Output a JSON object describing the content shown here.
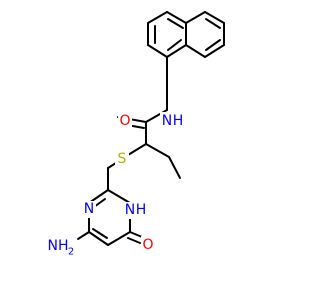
{
  "molecule": {
    "atoms": {
      "amide_n": {
        "symbol": "N",
        "h": "H",
        "color": "#0000ff"
      },
      "carbonyl_o": {
        "symbol": "O",
        "color": "#ff0000"
      },
      "thioether_s": {
        "symbol": "S",
        "color": "#b2b200"
      },
      "ring_nh": {
        "symbol": "N",
        "h": "H",
        "color": "#0000ff"
      },
      "ring_n": {
        "symbol": "N",
        "color": "#0000ff"
      },
      "amino_n": {
        "symbol": "NH",
        "sub": "2",
        "color": "#0000ff"
      },
      "keto_o": {
        "symbol": "O",
        "color": "#ff0000"
      }
    },
    "bond_color": "#000000"
  }
}
